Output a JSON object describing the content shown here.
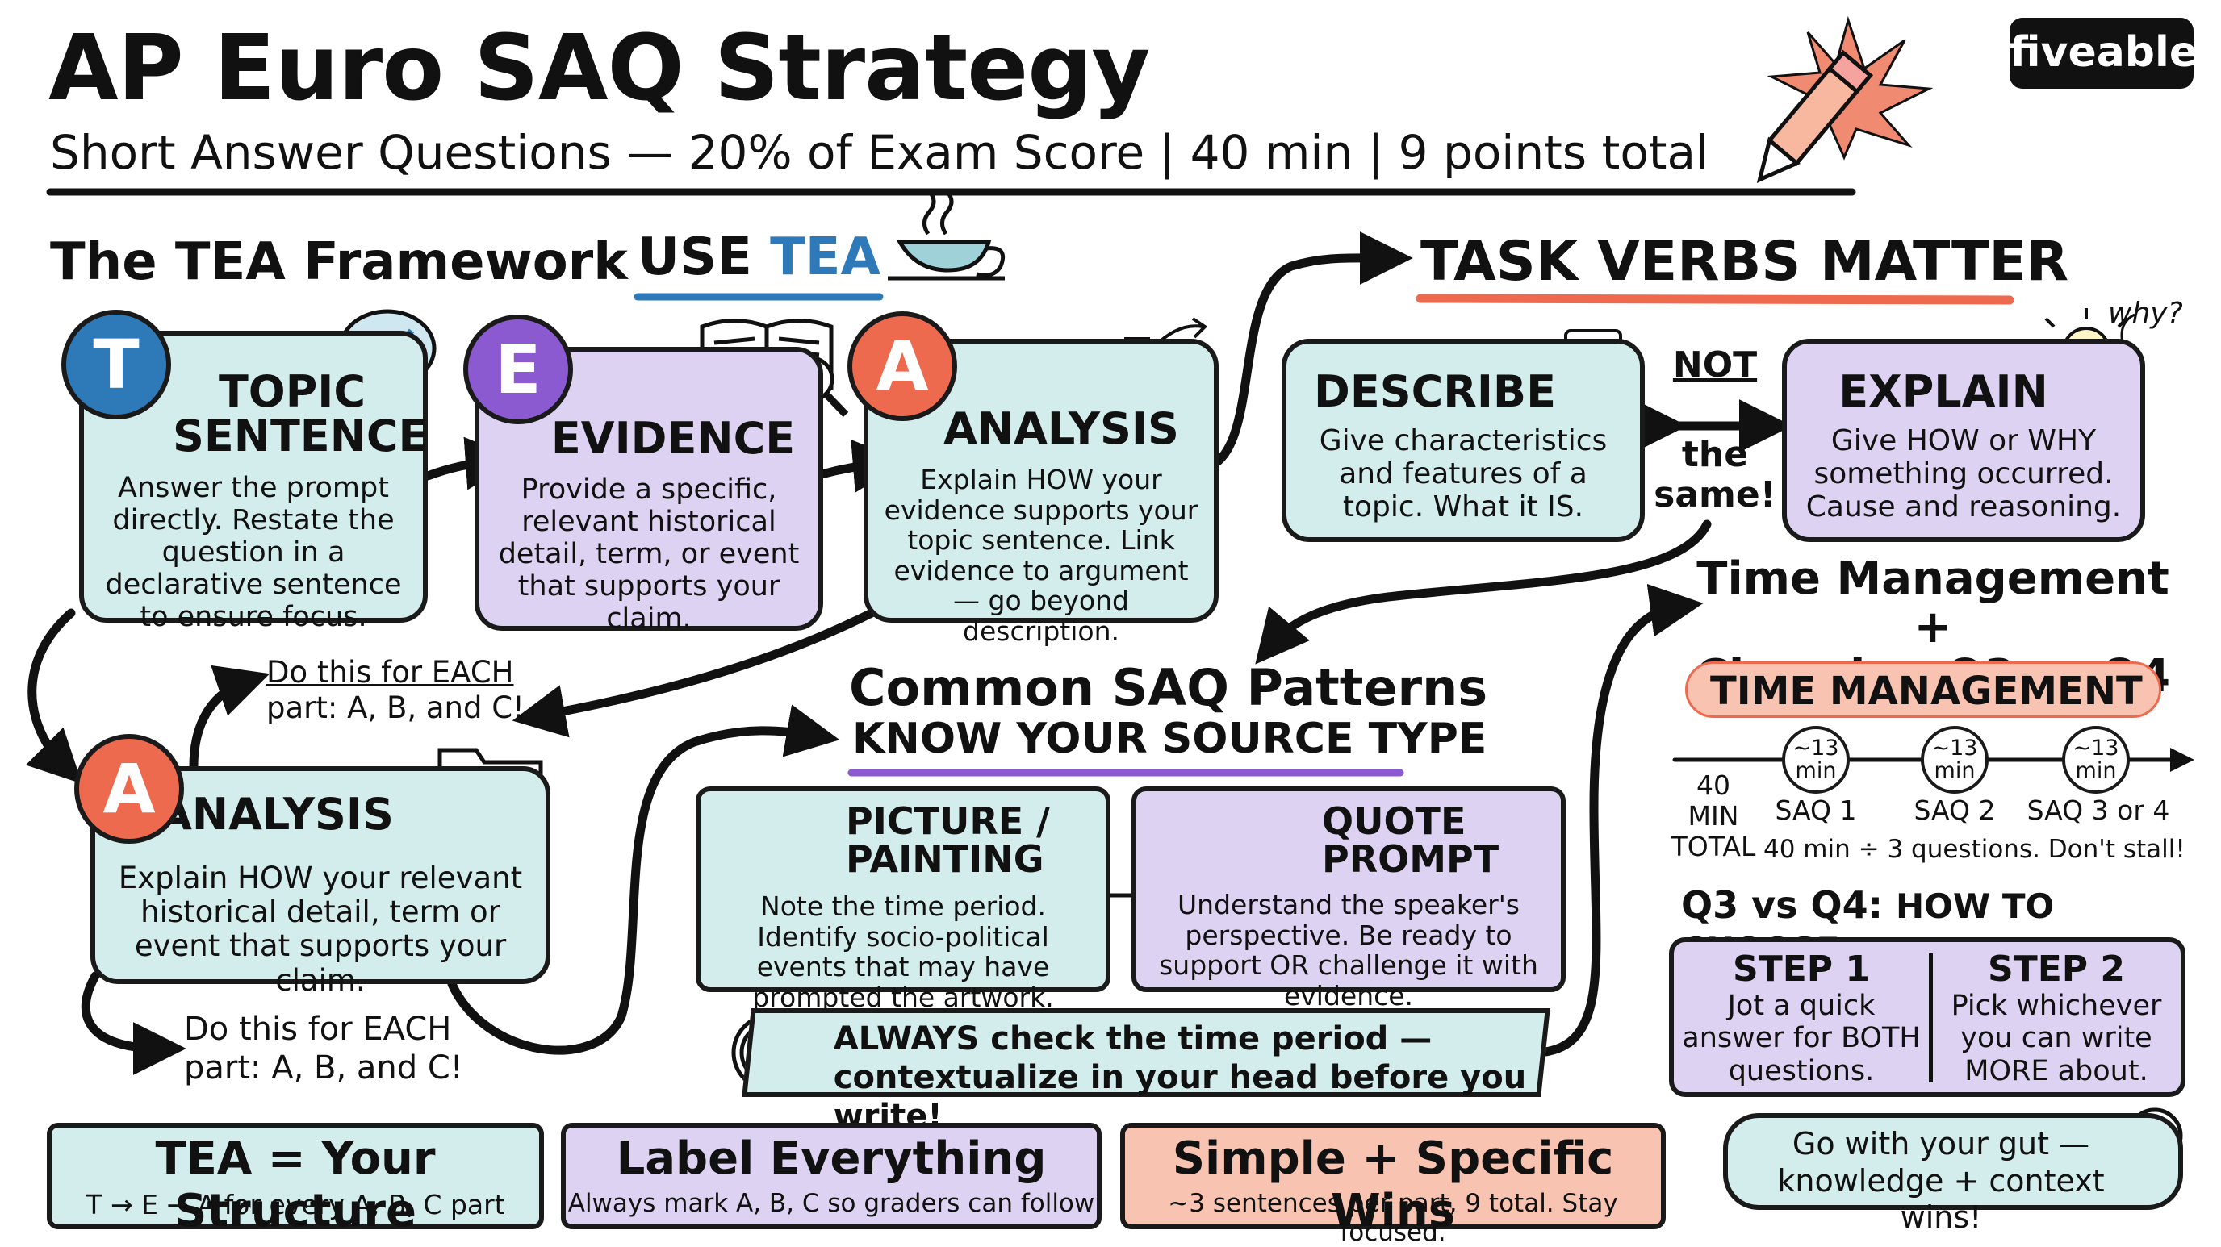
{
  "header": {
    "title": "AP Euro SAQ Strategy",
    "subtitle": "Short Answer Questions — 20% of Exam Score | 40 min | 9 points total",
    "brand": "fiveable"
  },
  "tea": {
    "heading": "The TEA Framework",
    "use_prefix": "USE ",
    "use_word": "TEA",
    "topic": {
      "letter": "T",
      "title": "TOPIC SENTENCE",
      "body": "Answer the prompt directly. Restate the question in a declarative sentence to ensure focus."
    },
    "evidence": {
      "letter": "E",
      "title": "EVIDENCE",
      "body": "Provide a specific, relevant historical detail, term, or event that supports your claim."
    },
    "analysis": {
      "letter": "A",
      "title": "ANALYSIS",
      "body": "Explain HOW your evidence supports your topic sentence. Link evidence to argument — go beyond description."
    },
    "analysis2": {
      "letter": "A",
      "title": "ANALYSIS",
      "body": "Explain HOW your relevant historical detail, term or event that supports your claim."
    },
    "repeat_note_1": {
      "line1": "Do this for EACH",
      "line2": "part: A, B, and C!"
    },
    "repeat_note_2": {
      "line1": "Do this for EACH",
      "line2": "part: A, B, and C!"
    }
  },
  "task_verbs": {
    "heading": "TASK VERBS MATTER",
    "describe": {
      "title": "DESCRIBE",
      "body": "Give characteristics and features of a topic. What it IS."
    },
    "explain": {
      "title": "EXPLAIN",
      "body": "Give HOW or WHY something occurred. Cause and reasoning."
    },
    "not": "NOT",
    "the_same_1": "the",
    "the_same_2": "same!",
    "why": "why?"
  },
  "patterns": {
    "heading": "Common SAQ Patterns",
    "subheading": "KNOW YOUR SOURCE TYPE",
    "picture": {
      "title_1": "PICTURE /",
      "title_2": "PAINTING",
      "body": "Note the time period. Identify socio-political events that may have prompted the artwork."
    },
    "quote": {
      "title_1": "QUOTE",
      "title_2": "PROMPT",
      "body": "Understand the speaker's perspective. Be ready to support OR challenge it with evidence."
    },
    "banner_line1": "ALWAYS check the time period —",
    "banner_line2": "contextualize in your head before you write!"
  },
  "time": {
    "heading_1": "Time Management +",
    "heading_2": "Choosing Q3 or Q4",
    "pill": "TIME MANAGEMENT",
    "total_1": "40 MIN",
    "total_2": "TOTAL",
    "timers": [
      {
        "value": "~13",
        "unit": "min",
        "label": "SAQ 1"
      },
      {
        "value": "~13",
        "unit": "min",
        "label": "SAQ 2"
      },
      {
        "value": "~13",
        "unit": "min",
        "label": "SAQ 3 or 4"
      }
    ],
    "note": "40 min ÷ 3 questions. Don't stall!",
    "choose_prefix": "Q3 vs Q4: ",
    "choose_rest": "HOW TO CHOOSE",
    "step1": {
      "title": "STEP 1",
      "body": "Jot a quick answer for BOTH questions."
    },
    "step2": {
      "title": "STEP 2",
      "body": "Pick whichever you can write MORE about."
    },
    "gut": "Go with your gut — knowledge + context wins!"
  },
  "footer": {
    "structure": {
      "title": "TEA = Your Structure",
      "body": "T → E → A for every A, B, C part"
    },
    "label": {
      "title": "Label Everything",
      "body": "Always mark A, B, C so graders can follow"
    },
    "simple": {
      "title": "Simple + Specific Wins",
      "body": "~3 sentences per part, 9 total. Stay focused."
    }
  },
  "colors": {
    "blue_box": "#d3ecec",
    "purple_box": "#ddd2f2",
    "salmon": "#f8c4b1",
    "accent_red": "#ee6a4f",
    "accent_purple": "#8b5ad1",
    "accent_blue": "#2e7ab8"
  }
}
